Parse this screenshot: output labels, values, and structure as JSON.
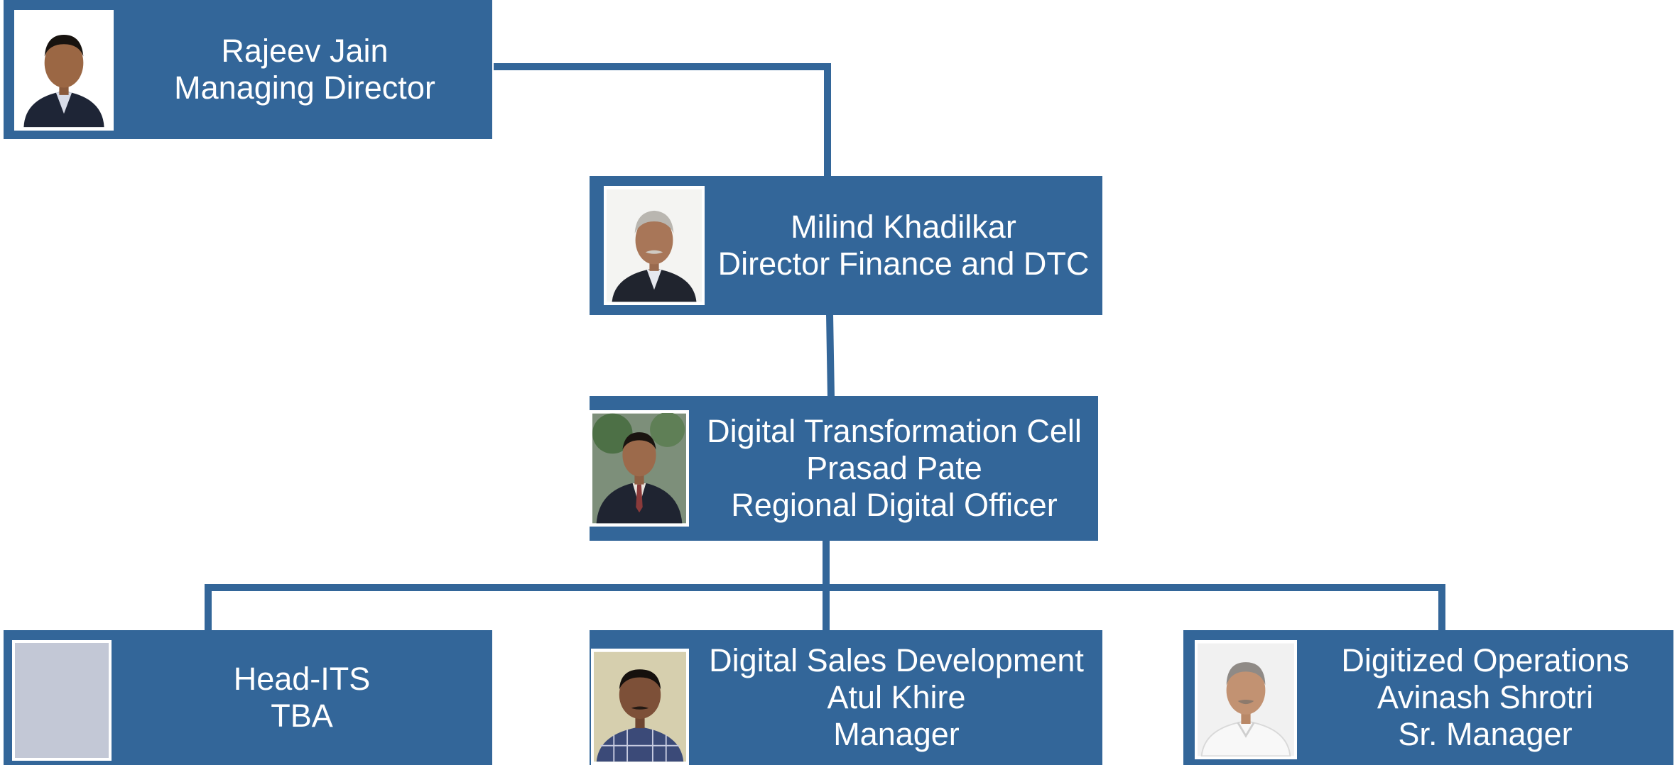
{
  "colors": {
    "box_fill": "#336699",
    "connector": "#336699",
    "text": "#ffffff",
    "photo_border": "#ffffff",
    "placeholder_fill": "#c3c8d6"
  },
  "org_chart": {
    "managing_director": {
      "name": "Rajeev Jain",
      "title": "Managing Director",
      "photo_icon": "person-photo"
    },
    "director_finance": {
      "name": "Milind Khadilkar",
      "title": "Director Finance and DTC",
      "photo_icon": "person-photo"
    },
    "dtc": {
      "unit": "Digital Transformation Cell",
      "name": "Prasad Pate",
      "title": "Regional Digital Officer",
      "photo_icon": "person-photo"
    },
    "head_its": {
      "title": "Head-ITS",
      "name": "TBA",
      "photo_icon": "photo-placeholder"
    },
    "digital_sales": {
      "unit": "Digital Sales Development",
      "name": "Atul Khire",
      "title": "Manager",
      "photo_icon": "person-photo"
    },
    "digitized_ops": {
      "unit": "Digitized Operations",
      "name": "Avinash Shrotri",
      "title": "Sr. Manager",
      "photo_icon": "person-photo"
    }
  }
}
